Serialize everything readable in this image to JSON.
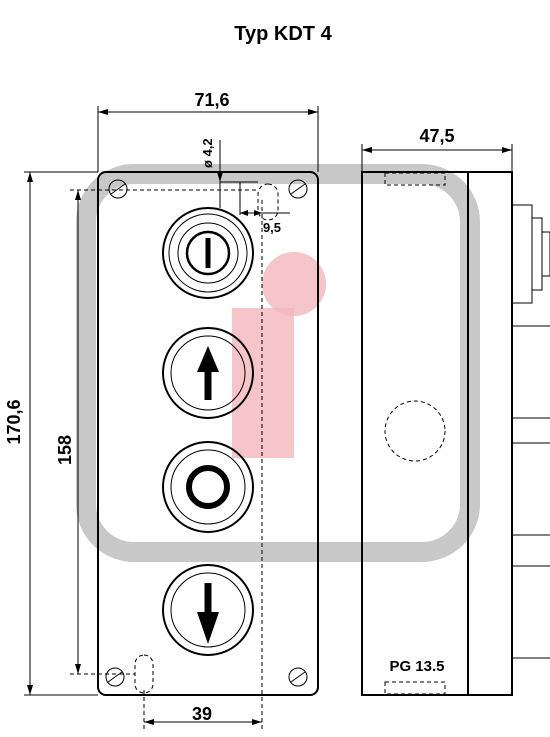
{
  "title": "Typ KDT 4",
  "dimensions": {
    "width": "71,6",
    "hole_diameter": "ø 4,2",
    "hole_offset": "9,5",
    "depth": "47,5",
    "height": "170,6",
    "hole_spacing_vertical": "158",
    "hole_spacing_horizontal": "39"
  },
  "side_label": "PG 13.5",
  "buttons": [
    {
      "symbol": "I",
      "icon": "power-on-icon"
    },
    {
      "symbol": "up-arrow",
      "icon": "arrow-up-icon"
    },
    {
      "symbol": "O",
      "icon": "circle-off-icon"
    },
    {
      "symbol": "down-arrow",
      "icon": "arrow-down-icon"
    }
  ],
  "colors": {
    "line": "#000000",
    "watermark_gray": "#c8c8c8",
    "watermark_red": "#f2b6bc"
  }
}
